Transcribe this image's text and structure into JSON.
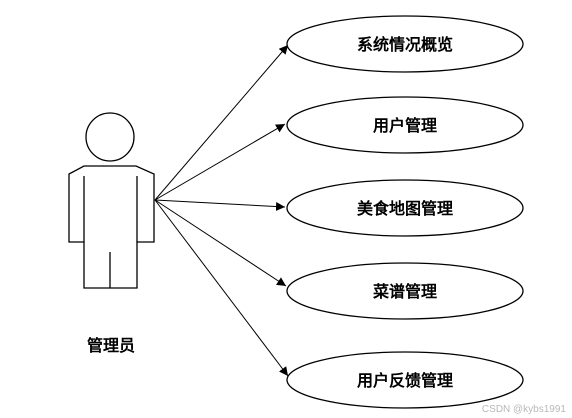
{
  "actor": {
    "label": "管理员"
  },
  "use_cases": [
    {
      "label": "系统情况概览"
    },
    {
      "label": "用户管理"
    },
    {
      "label": "美食地图管理"
    },
    {
      "label": "菜谱管理"
    },
    {
      "label": "用户反馈管理"
    }
  ],
  "watermark": "CSDN @kybs1991",
  "colors": {
    "stroke": "#000000",
    "background": "#ffffff",
    "watermark": "#b8b8b8"
  }
}
